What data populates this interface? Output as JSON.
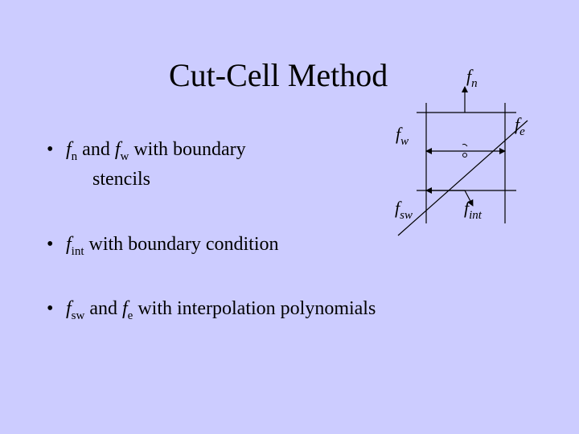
{
  "slide": {
    "title": "Cut-Cell Method",
    "bullets": [
      {
        "f1": "f",
        "s1": "n",
        "t1": " and ",
        "f2": "f",
        "s2": "w",
        "t2": " with boundary",
        "cont": "stencils"
      },
      {
        "f1": "f",
        "s1": "int",
        "t1": " with boundary condition"
      },
      {
        "f1": "f",
        "s1": "sw",
        "t1": " and ",
        "f2": "f",
        "s2": "e",
        "t2": " with interpolation polynomials"
      }
    ]
  },
  "diagram": {
    "labels": {
      "fn": {
        "f": "f",
        "s": "n"
      },
      "fe": {
        "f": "f",
        "s": "e"
      },
      "fw": {
        "f": "f",
        "s": "w"
      },
      "fsw": {
        "f": "f",
        "s": "sw"
      },
      "fint": {
        "f": "f",
        "s": "int"
      }
    }
  }
}
